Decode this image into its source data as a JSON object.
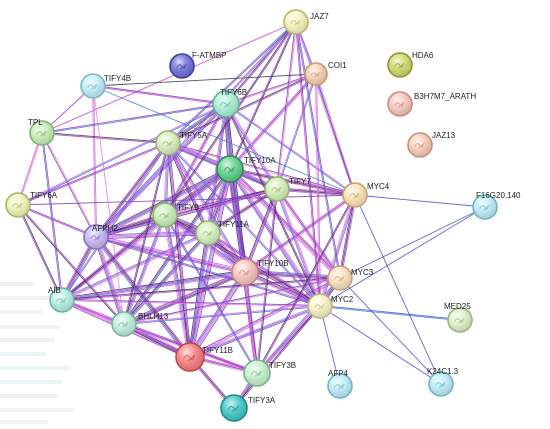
{
  "network": {
    "nodes": [
      {
        "id": "JAZ7",
        "label": "JAZ7",
        "color": "#f7f3bd",
        "border": "#b9b56e"
      },
      {
        "id": "F-ATMBP",
        "label": "F-ATMBP",
        "color": "#6e6ed8",
        "border": "#3e3ea0"
      },
      {
        "id": "COI1",
        "label": "COI1",
        "color": "#f7d2b2",
        "border": "#c89a72"
      },
      {
        "id": "HDA6",
        "label": "HDA6",
        "color": "#cfd96a",
        "border": "#8a9a2e"
      },
      {
        "id": "TIFY4B",
        "label": "TIFY4B",
        "color": "#bfeef7",
        "border": "#7ab9c6"
      },
      {
        "id": "TIFY6B",
        "label": "TIFY6B",
        "color": "#a9efd5",
        "border": "#5fb597"
      },
      {
        "id": "B3H7M7_ARATH",
        "label": "B3H7M7_ARATH",
        "color": "#f8c8c0",
        "border": "#c98c80"
      },
      {
        "id": "TPL",
        "label": "TPL",
        "color": "#c7eeb8",
        "border": "#7fb56e"
      },
      {
        "id": "TIFY5A",
        "label": "TIFY5A",
        "color": "#d9efbd",
        "border": "#95b573"
      },
      {
        "id": "JAZ13",
        "label": "JAZ13",
        "color": "#f8cdb9",
        "border": "#c99176"
      },
      {
        "id": "TIFY10A",
        "label": "TIFY10A",
        "color": "#5ed08a",
        "border": "#2c8a52"
      },
      {
        "id": "TIFY7",
        "label": "TIFY7",
        "color": "#d7f0b8",
        "border": "#90b56c"
      },
      {
        "id": "MYC4",
        "label": "MYC4",
        "color": "#fbe3b8",
        "border": "#c6a26b"
      },
      {
        "id": "F16G20.140",
        "label": "F16G20.140",
        "color": "#bdeef7",
        "border": "#6fb6c8"
      },
      {
        "id": "TIFY6A",
        "label": "TIFY6A",
        "color": "#eef6b5",
        "border": "#a8b56b"
      },
      {
        "id": "TIFY9",
        "label": "TIFY9",
        "color": "#c9f0b4",
        "border": "#82b56a"
      },
      {
        "id": "AFPH2",
        "label": "AFPH2",
        "color": "#c6b6f2",
        "border": "#8570c2"
      },
      {
        "id": "TIFY11A",
        "label": "TIFY11A",
        "color": "#d6f1c0",
        "border": "#8fb575"
      },
      {
        "id": "TIFY10B",
        "label": "TIFY10B",
        "color": "#f8c4c0",
        "border": "#c8847e"
      },
      {
        "id": "MYC3",
        "label": "MYC3",
        "color": "#fbe2c0",
        "border": "#c8a173"
      },
      {
        "id": "MYC2",
        "label": "MYC2",
        "color": "#f8f4c6",
        "border": "#bdb77a"
      },
      {
        "id": "AIB",
        "label": "AIB",
        "color": "#b6efe2",
        "border": "#6cb7a5"
      },
      {
        "id": "BHLH13",
        "label": "BHLH13",
        "color": "#c0f0dc",
        "border": "#76b69b"
      },
      {
        "id": "MED25",
        "label": "MED25",
        "color": "#dff1c8",
        "border": "#9ab57e"
      },
      {
        "id": "TIFY11B",
        "label": "TIFY11B",
        "color": "#f57d7d",
        "border": "#c44747"
      },
      {
        "id": "TIFY3B",
        "label": "TIFY3B",
        "color": "#c5f1cf",
        "border": "#77b685"
      },
      {
        "id": "AFP4",
        "label": "AFP4",
        "color": "#bdeefa",
        "border": "#6fb4cc"
      },
      {
        "id": "K24C1.3",
        "label": "K24C1.3",
        "color": "#bdeef5",
        "border": "#6fb5c4"
      },
      {
        "id": "TIFY3A",
        "label": "TIFY3A",
        "color": "#3ec8c6",
        "border": "#1e8a8a"
      }
    ],
    "edges": [
      {
        "source": "TIFY10A",
        "target": "TIFY10B",
        "weight": 5
      },
      {
        "source": "TIFY10A",
        "target": "TIFY11A",
        "weight": 5
      },
      {
        "source": "TIFY10A",
        "target": "TIFY9",
        "weight": 5
      },
      {
        "source": "TIFY10A",
        "target": "TIFY5A",
        "weight": 4
      },
      {
        "source": "TIFY10A",
        "target": "TIFY6B",
        "weight": 4
      },
      {
        "source": "TIFY10A",
        "target": "TIFY7",
        "weight": 4
      },
      {
        "source": "TIFY10A",
        "target": "MYC2",
        "weight": 4
      },
      {
        "source": "TIFY10A",
        "target": "MYC3",
        "weight": 4
      },
      {
        "source": "TIFY10A",
        "target": "MYC4",
        "weight": 3
      },
      {
        "source": "TIFY10A",
        "target": "AFPH2",
        "weight": 4
      },
      {
        "source": "TIFY10A",
        "target": "TIFY11B",
        "weight": 4
      },
      {
        "source": "TIFY10A",
        "target": "TIFY3B",
        "weight": 3
      },
      {
        "source": "TIFY10A",
        "target": "BHLH13",
        "weight": 3
      },
      {
        "source": "TIFY10A",
        "target": "AIB",
        "weight": 3
      },
      {
        "source": "TIFY10A",
        "target": "COI1",
        "weight": 3
      },
      {
        "source": "TIFY10A",
        "target": "JAZ7",
        "weight": 2
      },
      {
        "source": "TIFY10B",
        "target": "TIFY11A",
        "weight": 5
      },
      {
        "source": "TIFY10B",
        "target": "TIFY11B",
        "weight": 5
      },
      {
        "source": "TIFY10B",
        "target": "MYC2",
        "weight": 4
      },
      {
        "source": "TIFY10B",
        "target": "MYC3",
        "weight": 4
      },
      {
        "source": "TIFY10B",
        "target": "TIFY9",
        "weight": 4
      },
      {
        "source": "TIFY10B",
        "target": "AFPH2",
        "weight": 4
      },
      {
        "source": "TIFY10B",
        "target": "BHLH13",
        "weight": 4
      },
      {
        "source": "TIFY10B",
        "target": "AIB",
        "weight": 4
      },
      {
        "source": "TIFY10B",
        "target": "TIFY3B",
        "weight": 3
      },
      {
        "source": "TIFY10B",
        "target": "TIFY7",
        "weight": 3
      },
      {
        "source": "TIFY10B",
        "target": "TIFY6B",
        "weight": 3
      },
      {
        "source": "TIFY10B",
        "target": "TIFY5A",
        "weight": 3
      },
      {
        "source": "TIFY10B",
        "target": "MYC4",
        "weight": 3
      },
      {
        "source": "TIFY11A",
        "target": "TIFY9",
        "weight": 4
      },
      {
        "source": "TIFY11A",
        "target": "TIFY11B",
        "weight": 4
      },
      {
        "source": "TIFY11A",
        "target": "AFPH2",
        "weight": 4
      },
      {
        "source": "TIFY11A",
        "target": "TIFY5A",
        "weight": 3
      },
      {
        "source": "TIFY11A",
        "target": "BHLH13",
        "weight": 3
      },
      {
        "source": "TIFY11A",
        "target": "AIB",
        "weight": 3
      },
      {
        "source": "TIFY11A",
        "target": "MYC2",
        "weight": 3
      },
      {
        "source": "TIFY11A",
        "target": "TIFY7",
        "weight": 3
      },
      {
        "source": "TIFY11A",
        "target": "TIFY6B",
        "weight": 3
      },
      {
        "source": "TIFY11B",
        "target": "AIB",
        "weight": 4
      },
      {
        "source": "TIFY11B",
        "target": "BHLH13",
        "weight": 4
      },
      {
        "source": "TIFY11B",
        "target": "AFPH2",
        "weight": 4
      },
      {
        "source": "TIFY11B",
        "target": "TIFY9",
        "weight": 4
      },
      {
        "source": "TIFY11B",
        "target": "TIFY3B",
        "weight": 3
      },
      {
        "source": "TIFY11B",
        "target": "TIFY3A",
        "weight": 3
      },
      {
        "source": "TIFY11B",
        "target": "MYC2",
        "weight": 3
      },
      {
        "source": "TIFY11B",
        "target": "MYC3",
        "weight": 3
      },
      {
        "source": "TIFY11B",
        "target": "TIFY5A",
        "weight": 3
      },
      {
        "source": "TIFY9",
        "target": "AFPH2",
        "weight": 4
      },
      {
        "source": "TIFY9",
        "target": "TIFY5A",
        "weight": 3
      },
      {
        "source": "TIFY9",
        "target": "TIFY6B",
        "weight": 3
      },
      {
        "source": "TIFY9",
        "target": "AIB",
        "weight": 3
      },
      {
        "source": "TIFY9",
        "target": "BHLH13",
        "weight": 3
      },
      {
        "source": "TIFY9",
        "target": "TIFY7",
        "weight": 3
      },
      {
        "source": "TIFY9",
        "target": "MYC2",
        "weight": 3
      },
      {
        "source": "AFPH2",
        "target": "AIB",
        "weight": 4
      },
      {
        "source": "AFPH2",
        "target": "BHLH13",
        "weight": 4
      },
      {
        "source": "AFPH2",
        "target": "TIFY6A",
        "weight": 2
      },
      {
        "source": "AFPH2",
        "target": "TIFY5A",
        "weight": 3
      },
      {
        "source": "AFPH2",
        "target": "TIFY6B",
        "weight": 3
      },
      {
        "source": "AFPH2",
        "target": "TPL",
        "weight": 2
      },
      {
        "source": "AFPH2",
        "target": "TIFY7",
        "weight": 3
      },
      {
        "source": "AFPH2",
        "target": "MYC2",
        "weight": 2
      },
      {
        "source": "AFPH2",
        "target": "TIFY4B",
        "weight": 2
      },
      {
        "source": "AIB",
        "target": "BHLH13",
        "weight": 3
      },
      {
        "source": "AIB",
        "target": "TIFY6A",
        "weight": 2
      },
      {
        "source": "AIB",
        "target": "TIFY5A",
        "weight": 2
      },
      {
        "source": "AIB",
        "target": "MYC2",
        "weight": 2
      },
      {
        "source": "AIB",
        "target": "MYC3",
        "weight": 2
      },
      {
        "source": "AIB",
        "target": "TPL",
        "weight": 2
      },
      {
        "source": "AIB",
        "target": "TIFY3B",
        "weight": 2
      },
      {
        "source": "BHLH13",
        "target": "TIFY3B",
        "weight": 3
      },
      {
        "source": "BHLH13",
        "target": "TIFY5A",
        "weight": 2
      },
      {
        "source": "BHLH13",
        "target": "MYC2",
        "weight": 2
      },
      {
        "source": "BHLH13",
        "target": "MYC3",
        "weight": 2
      },
      {
        "source": "BHLH13",
        "target": "TIFY6A",
        "weight": 2
      },
      {
        "source": "TIFY5A",
        "target": "TIFY6B",
        "weight": 3
      },
      {
        "source": "TIFY5A",
        "target": "TIFY7",
        "weight": 3
      },
      {
        "source": "TIFY5A",
        "target": "TIFY6A",
        "weight": 2
      },
      {
        "source": "TIFY5A",
        "target": "TPL",
        "weight": 2
      },
      {
        "source": "TIFY5A",
        "target": "MYC2",
        "weight": 2
      },
      {
        "source": "TIFY5A",
        "target": "MYC4",
        "weight": 2
      },
      {
        "source": "TIFY5A",
        "target": "COI1",
        "weight": 2
      },
      {
        "source": "TIFY5A",
        "target": "JAZ7",
        "weight": 2
      },
      {
        "source": "TIFY6B",
        "target": "TIFY7",
        "weight": 3
      },
      {
        "source": "TIFY6B",
        "target": "TIFY4B",
        "weight": 2
      },
      {
        "source": "TIFY6B",
        "target": "MYC2",
        "weight": 2
      },
      {
        "source": "TIFY6B",
        "target": "MYC4",
        "weight": 2
      },
      {
        "source": "TIFY6B",
        "target": "COI1",
        "weight": 2
      },
      {
        "source": "TIFY6B",
        "target": "JAZ7",
        "weight": 2
      },
      {
        "source": "TIFY6B",
        "target": "TPL",
        "weight": 2
      },
      {
        "source": "TIFY7",
        "target": "MYC2",
        "weight": 3
      },
      {
        "source": "TIFY7",
        "target": "MYC3",
        "weight": 3
      },
      {
        "source": "TIFY7",
        "target": "MYC4",
        "weight": 3
      },
      {
        "source": "TIFY7",
        "target": "COI1",
        "weight": 2
      },
      {
        "source": "TIFY7",
        "target": "JAZ7",
        "weight": 2
      },
      {
        "source": "TIFY7",
        "target": "TIFY3B",
        "weight": 2
      },
      {
        "source": "MYC2",
        "target": "MYC3",
        "weight": 3
      },
      {
        "source": "MYC2",
        "target": "MYC4",
        "weight": 3
      },
      {
        "source": "MYC2",
        "target": "TIFY3B",
        "weight": 3
      },
      {
        "source": "MYC2",
        "target": "TIFY3A",
        "weight": 2
      },
      {
        "source": "MYC2",
        "target": "MED25",
        "weight": 2
      },
      {
        "source": "MYC2",
        "target": "AFP4",
        "weight": 1
      },
      {
        "source": "MYC2",
        "target": "K24C1.3",
        "weight": 1
      },
      {
        "source": "MYC2",
        "target": "F16G20.140",
        "weight": 1
      },
      {
        "source": "MYC2",
        "target": "COI1",
        "weight": 2
      },
      {
        "source": "MYC2",
        "target": "JAZ7",
        "weight": 2
      },
      {
        "source": "MYC3",
        "target": "MYC4",
        "weight": 3
      },
      {
        "source": "MYC3",
        "target": "TIFY3B",
        "weight": 2
      },
      {
        "source": "MYC3",
        "target": "F16G20.140",
        "weight": 1
      },
      {
        "source": "MYC3",
        "target": "K24C1.3",
        "weight": 1
      },
      {
        "source": "MYC3",
        "target": "JAZ7",
        "weight": 2
      },
      {
        "source": "MYC4",
        "target": "F16G20.140",
        "weight": 1
      },
      {
        "source": "MYC4",
        "target": "K24C1.3",
        "weight": 1
      },
      {
        "source": "MYC4",
        "target": "TIFY3B",
        "weight": 2
      },
      {
        "source": "MYC4",
        "target": "JAZ7",
        "weight": 2
      },
      {
        "source": "MYC4",
        "target": "COI1",
        "weight": 2
      },
      {
        "source": "TIFY3B",
        "target": "TIFY3A",
        "weight": 3
      },
      {
        "source": "TIFY3B",
        "target": "TIFY9",
        "weight": 2
      },
      {
        "source": "TPL",
        "target": "TIFY6A",
        "weight": 2
      },
      {
        "source": "TPL",
        "target": "JAZ7",
        "weight": 1
      },
      {
        "source": "TPL",
        "target": "TIFY4B",
        "weight": 1
      },
      {
        "source": "TIFY6A",
        "target": "TIFY6B",
        "weight": 2
      },
      {
        "source": "TIFY6A",
        "target": "MYC4",
        "weight": 1
      },
      {
        "source": "TIFY4B",
        "target": "COI1",
        "weight": 1
      },
      {
        "source": "TIFY4B",
        "target": "MYC4",
        "weight": 1
      },
      {
        "source": "TIFY4B",
        "target": "BHLH13",
        "weight": 1
      },
      {
        "source": "COI1",
        "target": "JAZ7",
        "weight": 1
      },
      {
        "source": "JAZ7",
        "target": "TIFY9",
        "weight": 2
      },
      {
        "source": "JAZ7",
        "target": "AFPH2",
        "weight": 2
      }
    ]
  }
}
